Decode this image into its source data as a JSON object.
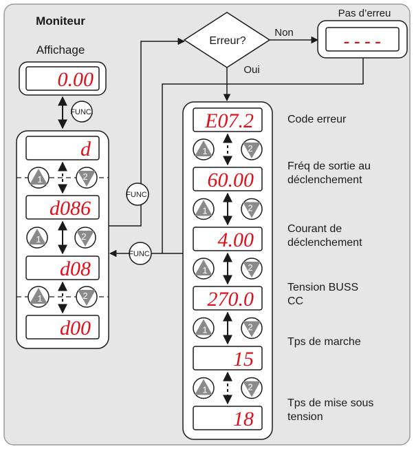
{
  "title": "Moniteur",
  "display_heading": "Affichage",
  "no_error_heading": "Pas d’erreu",
  "no_error_display": "- - - -",
  "decision": {
    "question": "Erreur?",
    "no": "Non",
    "yes": "Oui"
  },
  "func_label": "FUNC.",
  "up_num": "1",
  "down_num": "2",
  "left_displays": {
    "main": "0.00",
    "d": "d",
    "d086": "d086",
    "d08": "d08",
    "d00": "d00"
  },
  "right_displays": [
    "E07.2",
    "60.00",
    "4.00",
    "270.0",
    "15",
    "18"
  ],
  "descriptions": [
    [
      "Code erreur"
    ],
    [
      "Fréq de sortie au",
      "déclenchement"
    ],
    [
      "Courant de",
      "déclenchement"
    ],
    [
      "Tension BUSS",
      "CC"
    ],
    [
      "Tps de marche"
    ],
    [
      "Tps de mise sous",
      "tension"
    ]
  ]
}
